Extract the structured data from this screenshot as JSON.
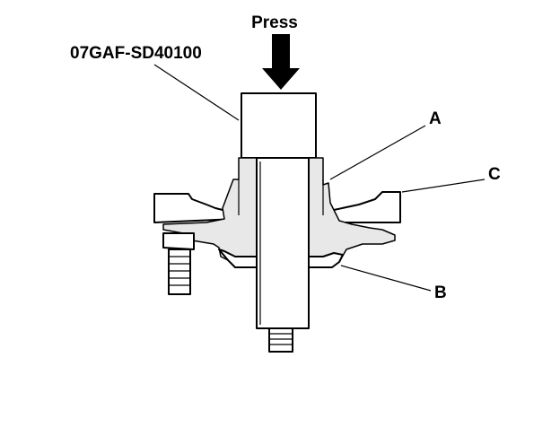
{
  "labels": {
    "press": "Press",
    "tool": "07GAF-SD40100",
    "a": "A",
    "b": "B",
    "c": "C"
  },
  "colors": {
    "ink": "#000000",
    "background": "#ffffff"
  },
  "icons": {
    "press_arrow": "arrow-down-icon"
  }
}
